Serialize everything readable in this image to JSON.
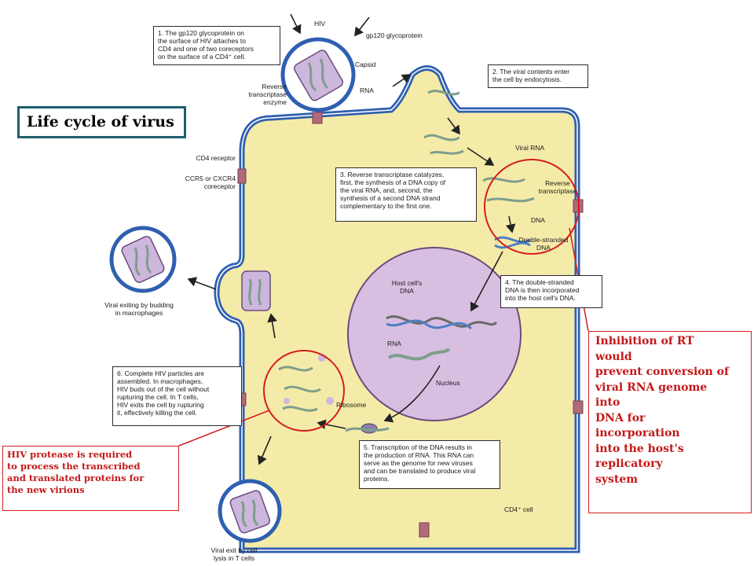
{
  "title": "Life cycle of virus",
  "labels": {
    "hiv": "HIV",
    "gp120": "gp120 glycoprotein",
    "capsid": "Capsid",
    "rna": "RNA",
    "reverse_transcriptase_enzyme": "Reverse\ntranscriptase\nenzyme",
    "cd4_receptor": "CD4 receptor",
    "coreceptor": "CCR5 or CXCR4\ncoreceptor",
    "viral_rna": "Viral RNA",
    "reverse_transcriptase": "Reverse\ntranscriptase",
    "dna": "DNA",
    "double_stranded_dna": "Double-stranded\nDNA",
    "host_cell_dna": "Host cell's\nDNA",
    "nucleus_rna": "RNA",
    "nucleus": "Nucleus",
    "ribosome": "Ribosome",
    "cd4_cell": "CD4⁺ cell",
    "budding_caption": "Viral exiting by budding\nin macrophages",
    "lysis_caption": "Viral exit by cell\nlysis in T cells"
  },
  "steps": [
    "1. The gp120 glycoprotein on\nthe surface of HIV attaches to\nCD4 and one of two coreceptors\non the surface of a CD4⁺ cell.",
    "2. The viral contents enter\nthe cell by endocytosis.",
    "3. Reverse transcriptase catalyzes,\nfirst, the synthesis of a DNA copy of\nthe viral RNA, and, second, the\nsynthesis of a second DNA strand\ncomplementary to the first one.",
    "4. The double-stranded\nDNA is then incorporated\ninto the host cell's DNA.",
    "5. Transcription of the DNA results in\nthe production of RNA. This RNA can\nserve as the genome for new viruses\nand can be translated to produce viral\nproteins.",
    "6. Complete HIV particles are\nassembled. In macrophages,\nHIV buds out of the cell without\nrupturing the cell. In T cells,\nHIV exits the cell by rupturing\nit, effectively killing the cell."
  ],
  "annotations": {
    "protease": "HIV protease is required\nto process the transcribed\nand translated proteins for\nthe new virions",
    "rt_inhibition": "Inhibition of RT\nwould\nprevent conversion of\nviral RNA genome\ninto\nDNA for\nincorporation\ninto the host's\nreplicatory\nsystem"
  },
  "colors": {
    "cell_fill": "#f5eba8",
    "membrane": "#2f5fb0",
    "nucleus_fill": "#d8bfe2",
    "capsid_fill": "#cdb7dd",
    "rna_strand": "#7d9e8c",
    "annotation_red": "#d51d1d",
    "title_border": "#1f5f6e",
    "receptor": "#b06a7a"
  }
}
